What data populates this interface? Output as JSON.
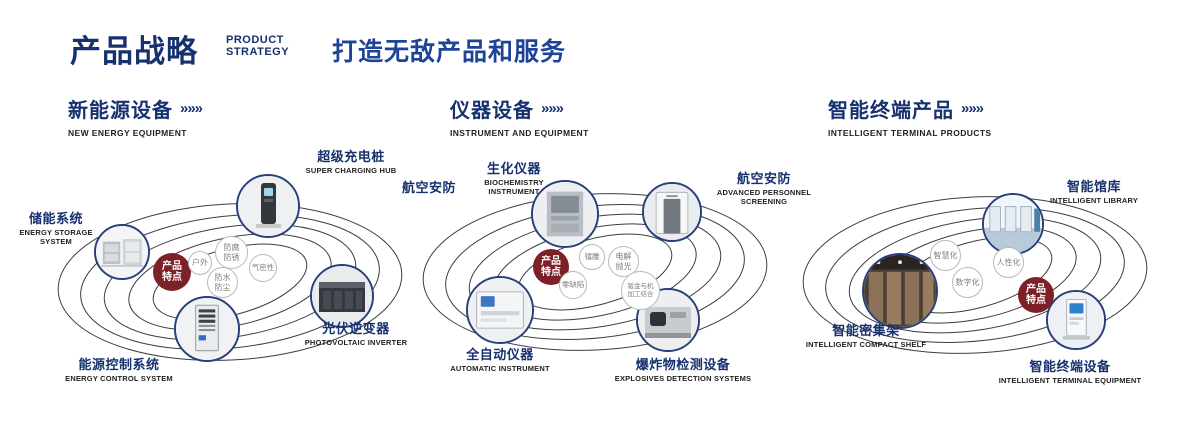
{
  "header": {
    "title": "产品战略",
    "subtitle_line1": "PRODUCT",
    "subtitle_line2": "STRATEGY",
    "tagline": "打造无敌产品和服务"
  },
  "colors": {
    "heading_navy": "#16316e",
    "tagline_blue": "#1e4498",
    "badge_red": "#7d2128",
    "orbit_line": "#3d3d3d"
  },
  "sections": [
    {
      "title": "新能源设备",
      "arrows": "»»»",
      "subtitle": "NEW ENERGY EQUIPMENT",
      "badge": "产品特点",
      "items": [
        {
          "name": "储能系统",
          "en": "ENERGY STORAGE SYSTEM"
        },
        {
          "name": "超级充电桩",
          "en": "SUPER CHARGING HUB"
        },
        {
          "name": "光伏逆变器",
          "en": "PHOTOVOLTAIC INVERTER"
        },
        {
          "name": "能源控制系统",
          "en": "ENERGY CONTROL SYSTEM"
        }
      ],
      "bubbles": [
        "防腐防锈",
        "户外",
        "气密性",
        "防水防尘"
      ]
    },
    {
      "title": "仪器设备",
      "arrows": "»»»",
      "subtitle": "INSTRUMENT AND EQUIPMENT",
      "badge": "产品特点",
      "extra_label": "航空安防",
      "items": [
        {
          "name": "生化仪器",
          "en": "BIOCHEMISTRY INSTRUMENT"
        },
        {
          "name": "航空安防",
          "en": "ADVANCED PERSONNEL SCREENING"
        },
        {
          "name": "全自动仪器",
          "en": "AUTOMATIC INSTRUMENT"
        },
        {
          "name": "爆炸物检测设备",
          "en": "EXPLOSIVES DETECTION SYSTEMS"
        }
      ],
      "bubbles": [
        "镭雕",
        "电解抛光",
        "零缺陷",
        "钣金与机加工结合"
      ]
    },
    {
      "title": "智能终端产品",
      "arrows": "»»»",
      "subtitle": "INTELLIGENT TERMINAL PRODUCTS",
      "badge": "产品特点",
      "items": [
        {
          "name": "智能馆库",
          "en": "INTELLIGENT LIBRARY"
        },
        {
          "name": "智能密集架",
          "en": "INTELLIGENT COMPACT SHELF"
        },
        {
          "name": "智能终端设备",
          "en": "INTELLIGENT TERMINAL EQUIPMENT"
        }
      ],
      "bubbles": [
        "智慧化",
        "人性化",
        "数字化"
      ]
    }
  ]
}
